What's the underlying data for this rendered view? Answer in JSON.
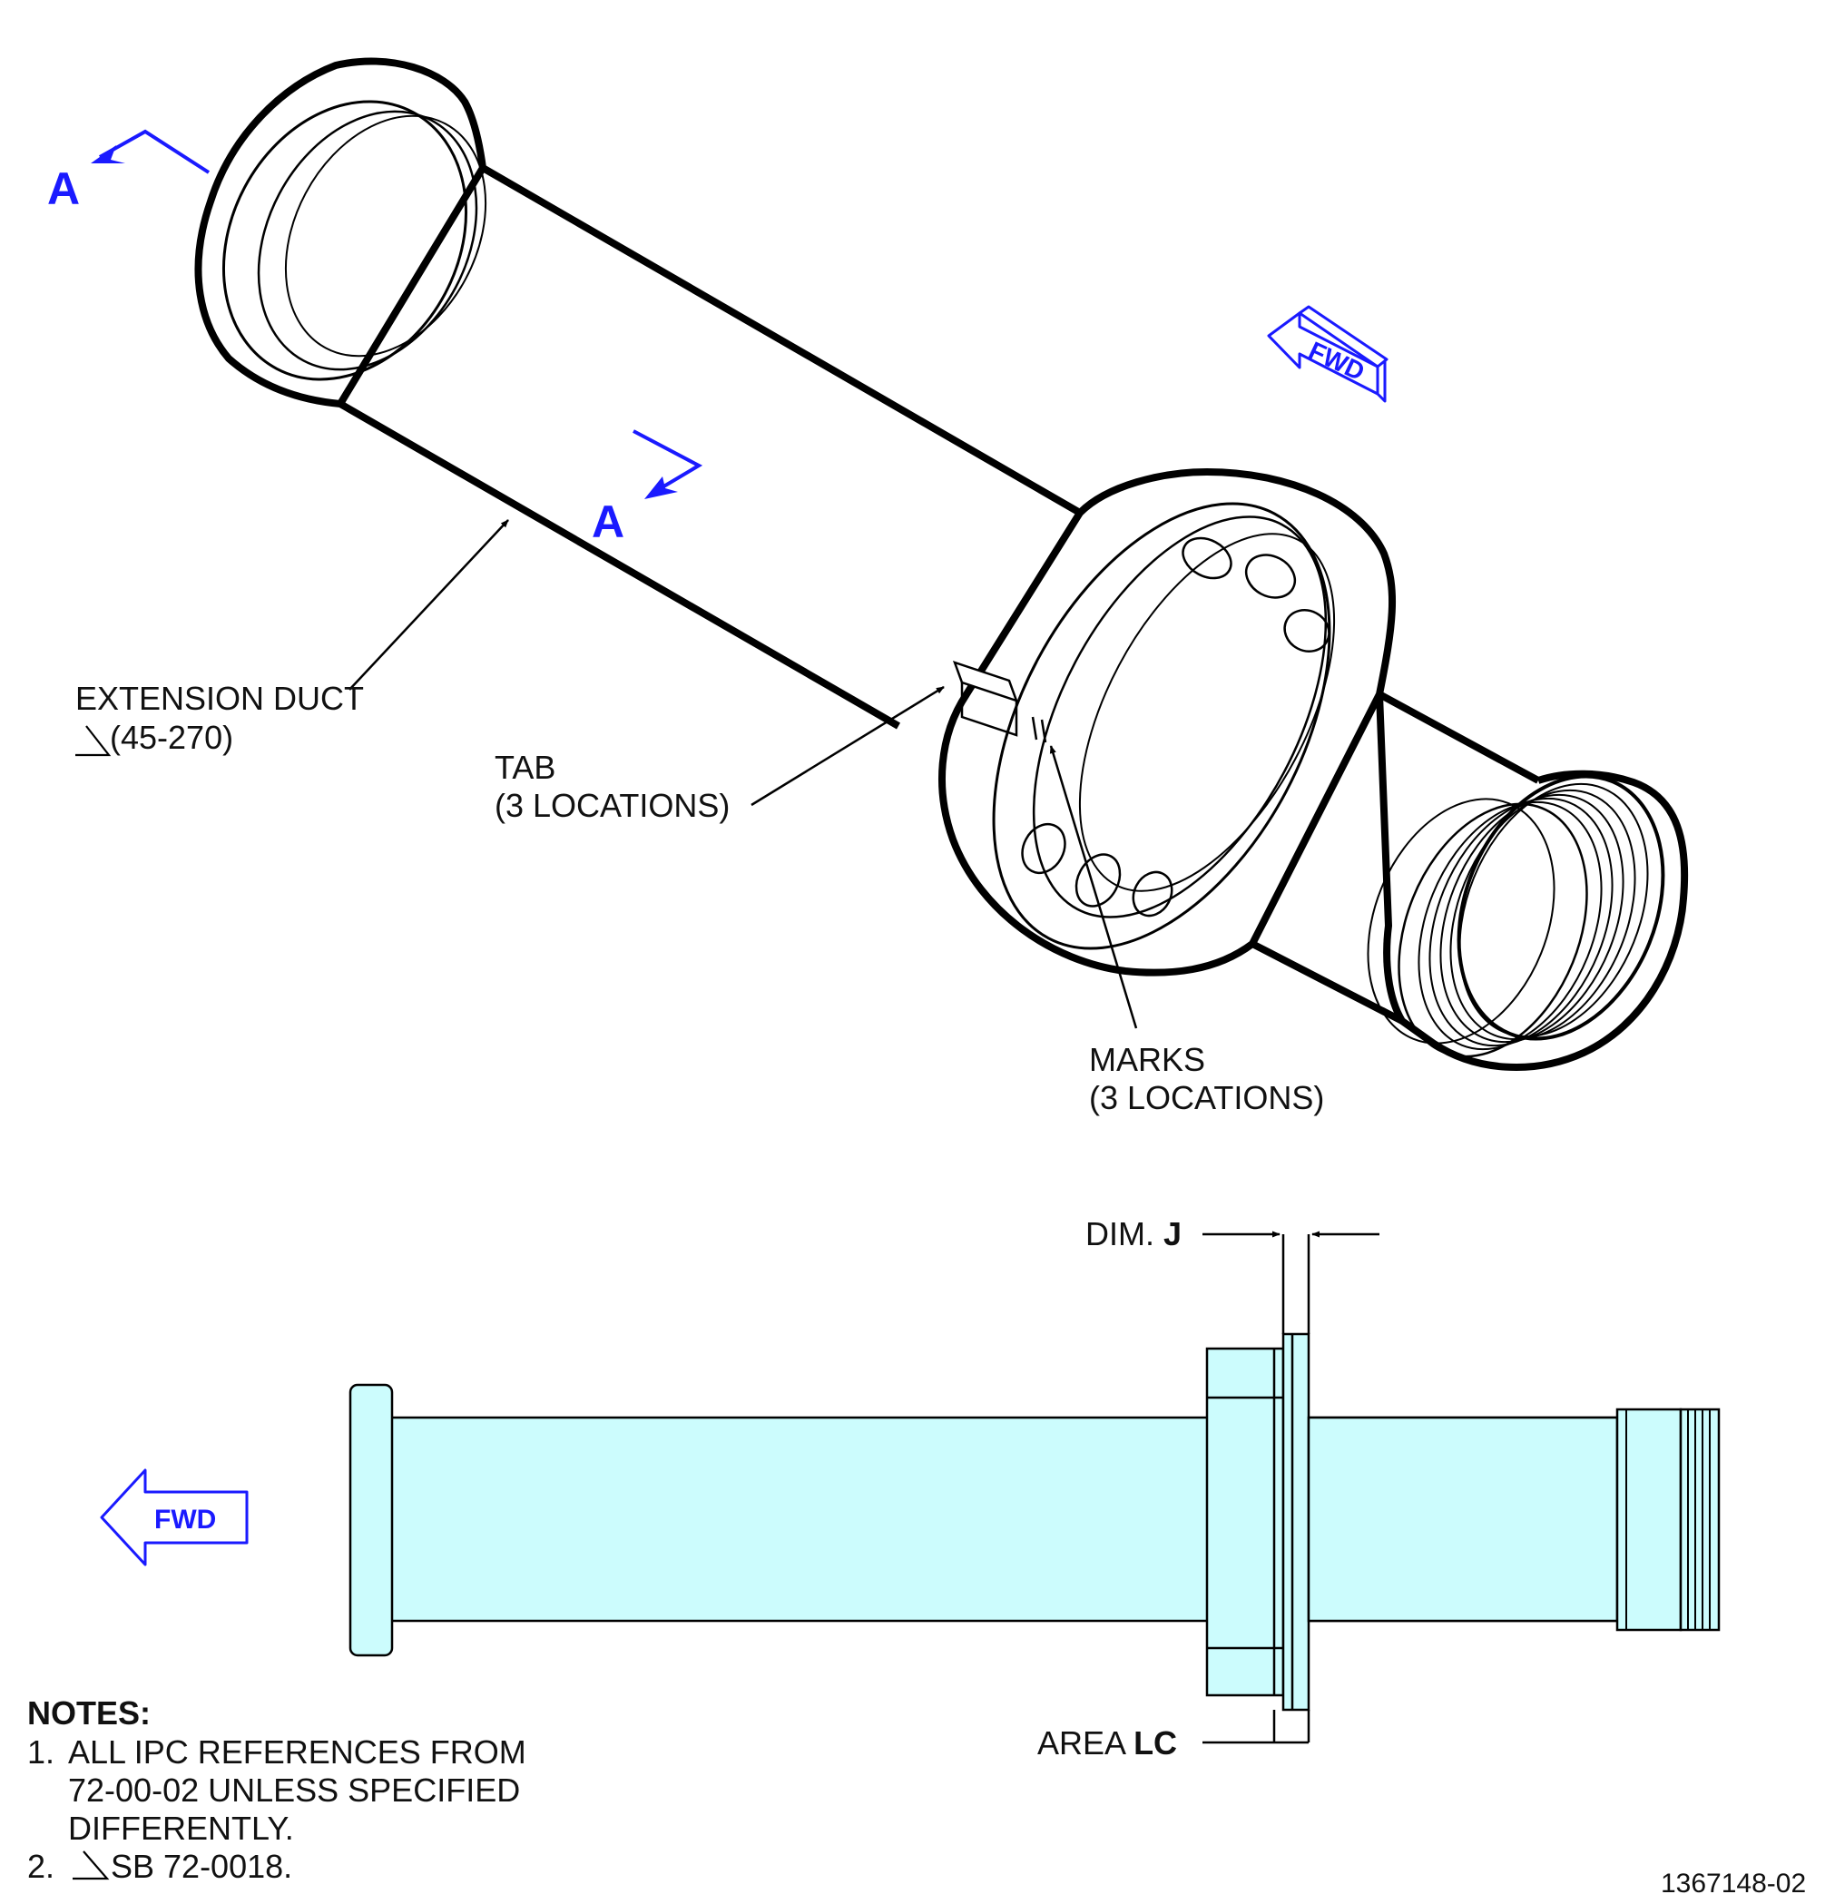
{
  "section_marks": {
    "letter": "A"
  },
  "fwd_label": "FWD",
  "callouts": {
    "extension_duct": {
      "line1": "EXTENSION DUCT",
      "ref": "(45-270)"
    },
    "tab": {
      "line1": "TAB",
      "line2": "(3 LOCATIONS)"
    },
    "marks": {
      "line1": "MARKS",
      "line2": "(3 LOCATIONS)"
    },
    "dim_j": {
      "prefix": "DIM. ",
      "letter": "J"
    },
    "area_lc": {
      "prefix": "AREA ",
      "letter": "LC"
    }
  },
  "notes": {
    "heading": "NOTES:",
    "items": [
      {
        "number": "1.",
        "lines": [
          "ALL IPC REFERENCES FROM",
          "72-00-02 UNLESS SPECIFIED",
          "DIFFERENTLY."
        ]
      },
      {
        "number": "2.",
        "text": "SB 72-0018."
      }
    ]
  },
  "figure_id": "1367148-02",
  "colors": {
    "section_blue": "#1a1aff",
    "side_view_fill": "#ccfcfd",
    "line": "#000000"
  }
}
